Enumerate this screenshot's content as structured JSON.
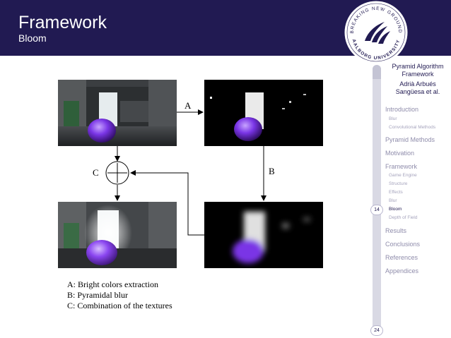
{
  "header": {
    "title": "Framework",
    "subtitle": "Bloom",
    "bg_color": "#211a52"
  },
  "seal": {
    "top_text": "BREAKING NEW GROUND",
    "bottom_text": "AALBORG UNIVERSITY"
  },
  "sidebar": {
    "presentation_title": "Pyramid Algorithm Framework",
    "author": "Adrià Arbués Sangüesa et al.",
    "sections": [
      {
        "label": "Introduction",
        "subs": [
          "Blur",
          "Convolutional Methods"
        ]
      },
      {
        "label": "Pyramid Methods",
        "subs": []
      },
      {
        "label": "Motivation",
        "subs": []
      },
      {
        "label": "Framework",
        "subs": [
          "Game Engine",
          "Structure",
          "Effects",
          "Blur",
          "Bloom",
          "Depth of Field"
        ]
      },
      {
        "label": "Results",
        "subs": []
      },
      {
        "label": "Conclusions",
        "subs": []
      },
      {
        "label": "References",
        "subs": []
      },
      {
        "label": "Appendices",
        "subs": []
      }
    ],
    "active_sub": "Bloom",
    "current_page": "14",
    "total_pages": "24"
  },
  "figure": {
    "label_a": "A",
    "label_b": "B",
    "label_c": "C",
    "legend": [
      "A: Bright colors extraction",
      "B: Pyramidal blur",
      "C: Combination of the textures"
    ]
  }
}
